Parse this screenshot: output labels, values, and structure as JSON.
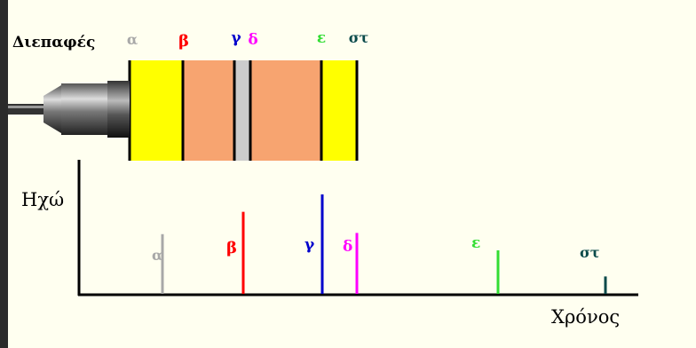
{
  "header_label": "Διεπαφές",
  "y_axis_label": "Ηχώ",
  "x_axis_label": "Χρόνος",
  "interfaces": [
    {
      "id": "a",
      "label": "α",
      "color": "#a8a8a8",
      "echo_strength": 0.48
    },
    {
      "id": "b",
      "label": "β",
      "color": "#ff0000",
      "echo_strength": 0.66
    },
    {
      "id": "g",
      "label": "γ",
      "color": "#0000cc",
      "echo_strength": 0.8
    },
    {
      "id": "d",
      "label": "δ",
      "color": "#ff00ff",
      "echo_strength": 0.49
    },
    {
      "id": "e",
      "label": "ε",
      "color": "#33dd33",
      "echo_strength": 0.35
    },
    {
      "id": "st",
      "label": "στ",
      "color": "#0a4a4a",
      "echo_strength": 0.14
    }
  ],
  "layers": [
    {
      "name": "layer-1",
      "color": "#ffff00"
    },
    {
      "name": "layer-2",
      "color": "#f7a470"
    },
    {
      "name": "layer-3",
      "color": "#cccccc"
    },
    {
      "name": "layer-4",
      "color": "#f7a470"
    },
    {
      "name": "layer-5",
      "color": "#ffff00"
    }
  ]
}
